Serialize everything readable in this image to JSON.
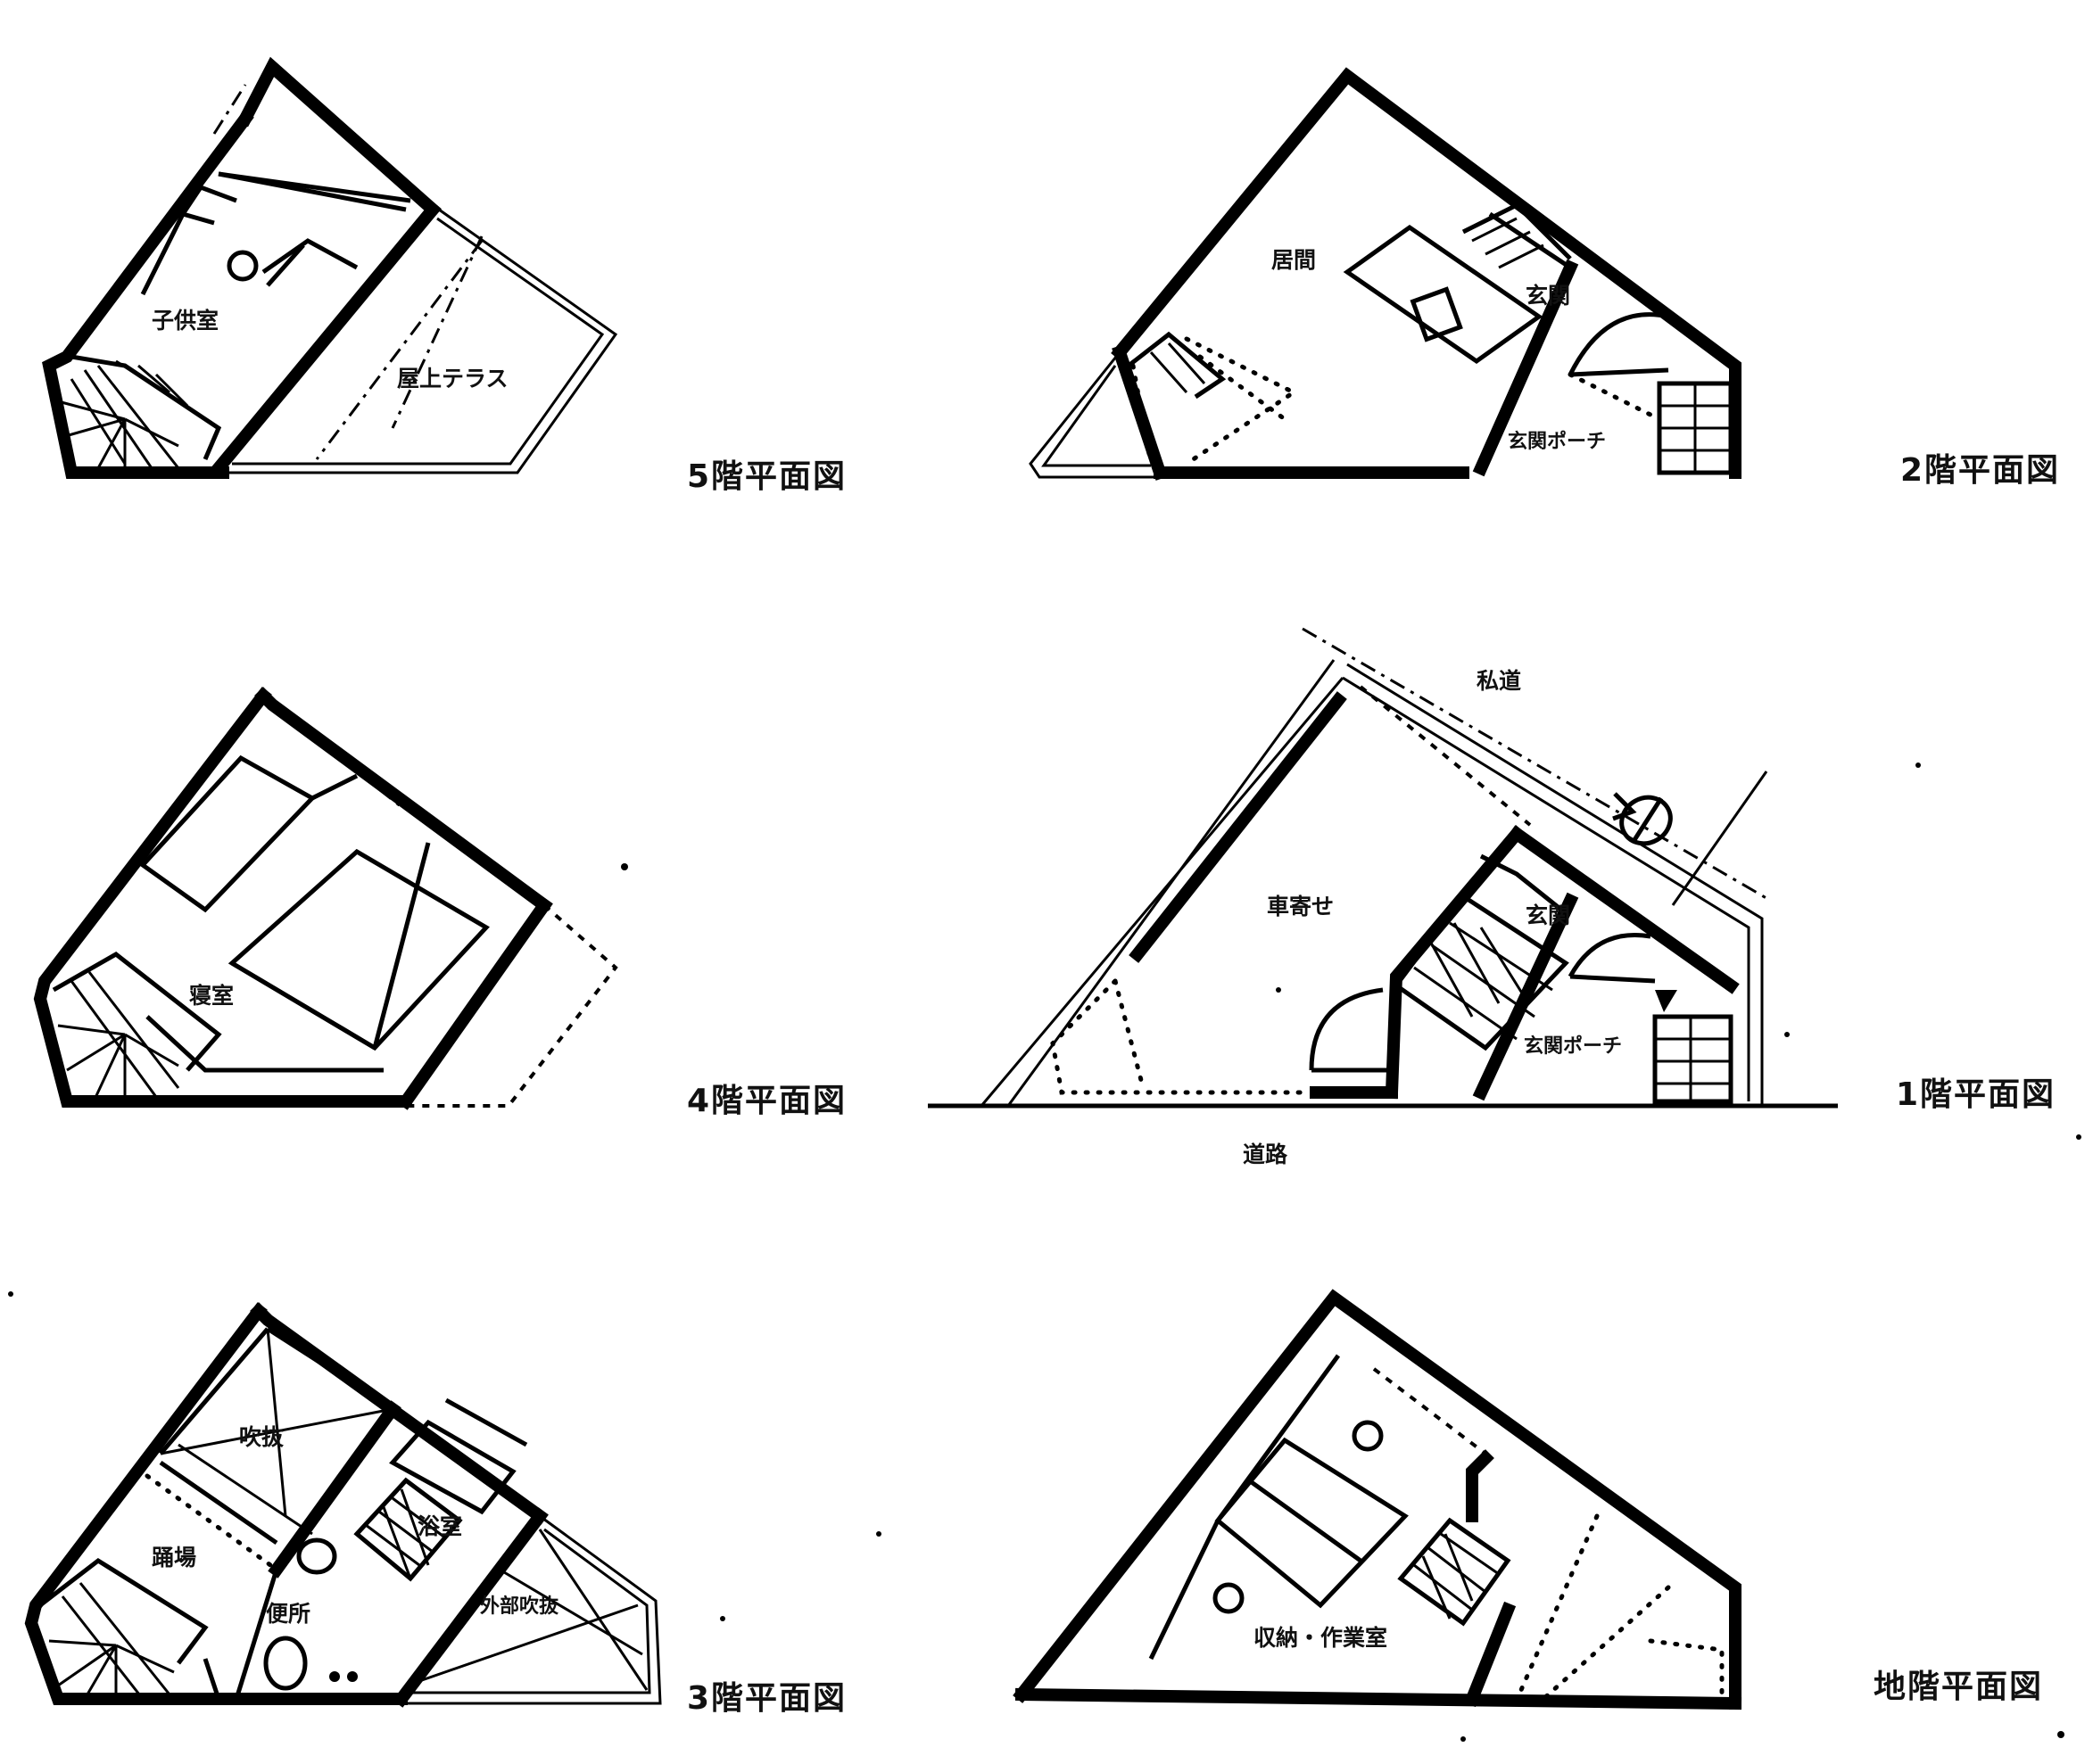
{
  "plans": {
    "f5": {
      "title": "5階平面図",
      "rooms": {
        "kids": "子供室",
        "terrace": "屋上テラス"
      }
    },
    "f2": {
      "title": "2階平面図",
      "rooms": {
        "living": "居間",
        "entrance": "玄関",
        "porch": "玄関ポーチ"
      }
    },
    "f4": {
      "title": "4階平面図",
      "rooms": {
        "bedroom": "寝室"
      }
    },
    "f1": {
      "title": "1階平面図",
      "rooms": {
        "private_road": "私道",
        "carport": "車寄せ",
        "entrance": "玄関",
        "porch": "玄関ポーチ",
        "road": "道路"
      }
    },
    "f3": {
      "title": "3階平面図",
      "rooms": {
        "void": "吹抜",
        "bath": "浴室",
        "landing": "踊場",
        "toilet": "便所",
        "outer_void": "外部吹抜"
      }
    },
    "b1": {
      "title": "地階平面図",
      "rooms": {
        "storage": "収納・作業室"
      }
    }
  }
}
